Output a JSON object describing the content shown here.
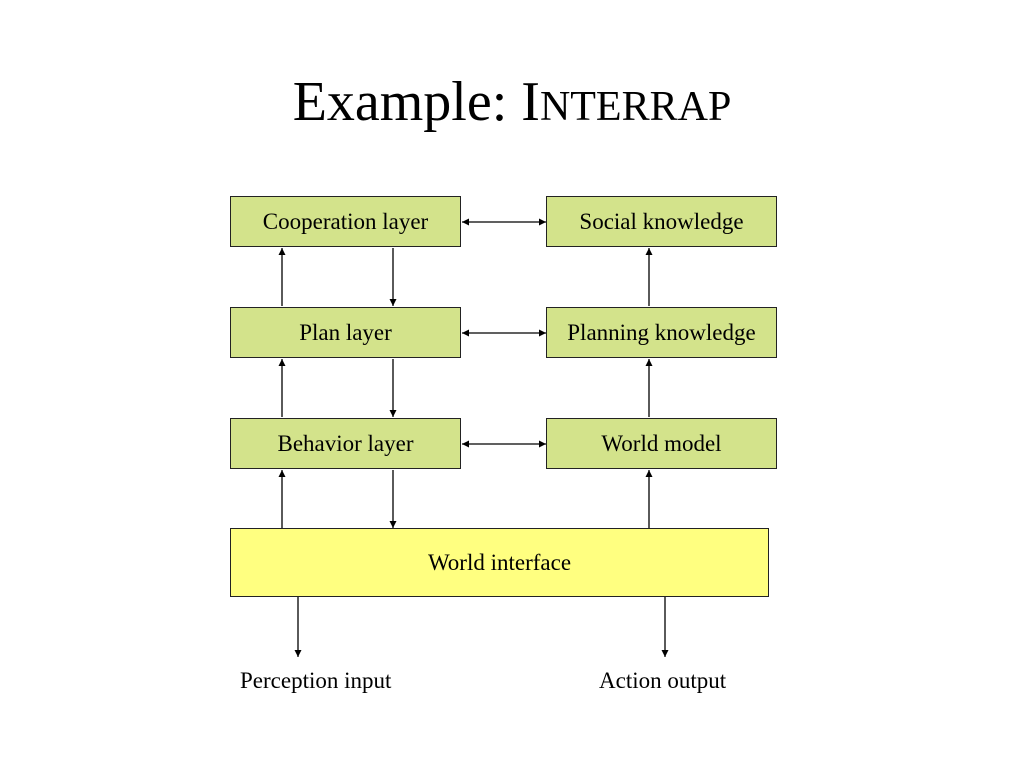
{
  "title": {
    "lead": "Example: I",
    "smallcaps": "NTERRAP"
  },
  "left_column": {
    "cooperation": "Cooperation layer",
    "plan": "Plan layer",
    "behavior": "Behavior layer"
  },
  "right_column": {
    "social": "Social knowledge",
    "planning": "Planning knowledge",
    "world_model": "World model"
  },
  "world_interface": "World interface",
  "bottom": {
    "perception": "Perception input",
    "action": "Action output"
  },
  "colors": {
    "layer_box": "#d3e38b",
    "interface_box": "#ffff80",
    "stroke": "#000000"
  }
}
